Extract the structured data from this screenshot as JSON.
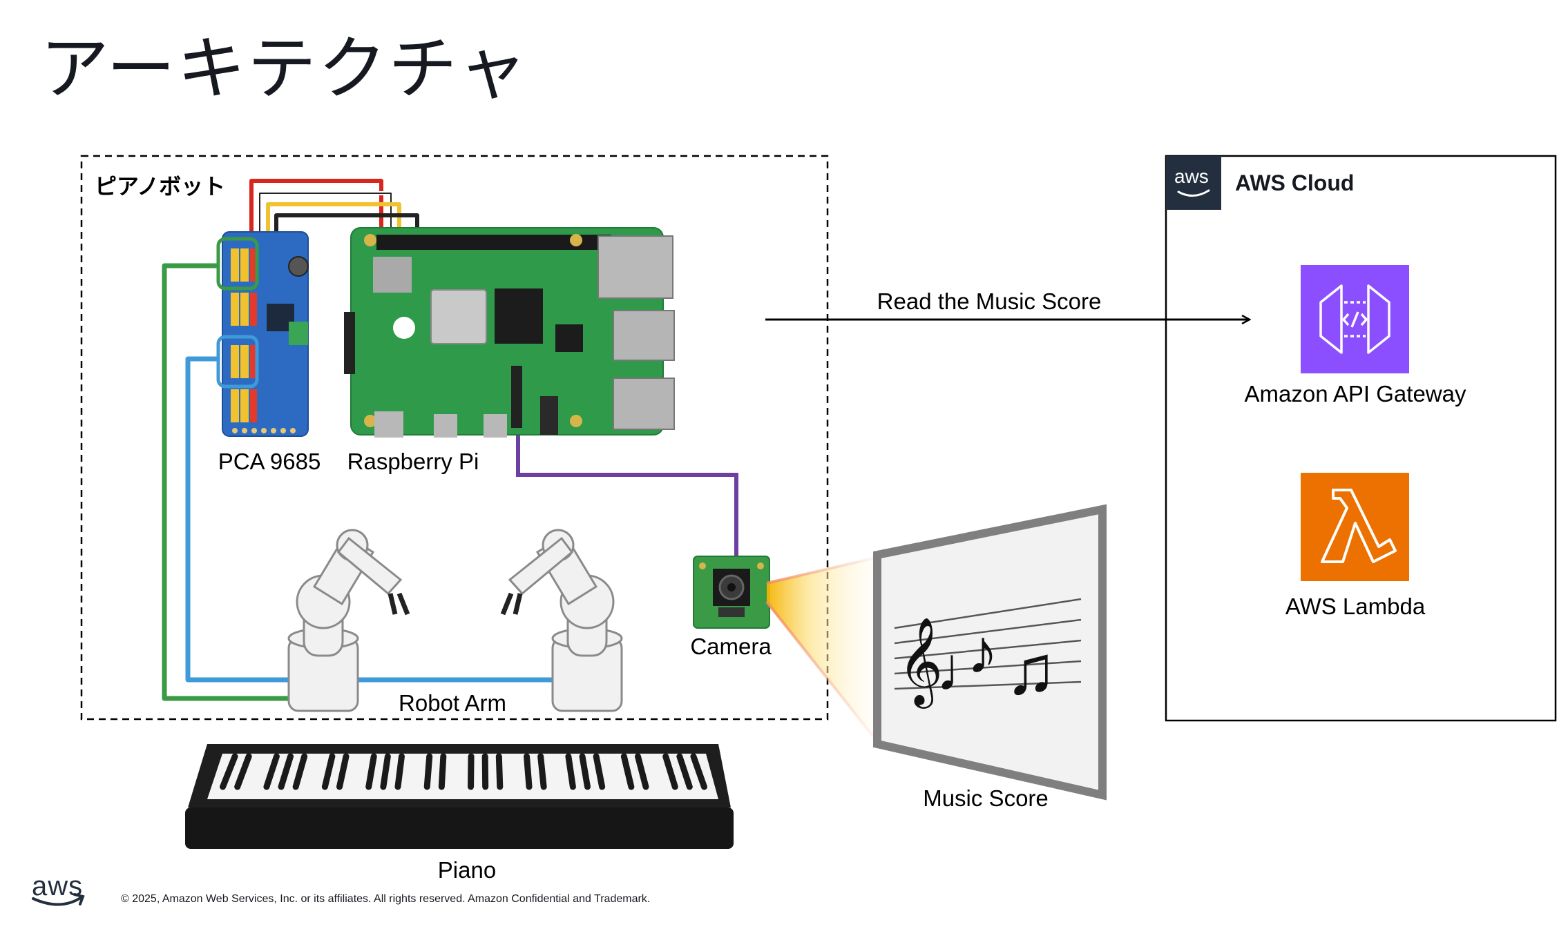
{
  "slide": {
    "title": "アーキテクチャ",
    "footer": "© 2025, Amazon Web Services, Inc. or its affiliates. All rights reserved. Amazon Confidential and Trademark.",
    "logo_text": "aws"
  },
  "robot_group": {
    "label": "ピアノボット",
    "components": {
      "servo_driver": "PCA 9685",
      "board": "Raspberry Pi",
      "camera": "Camera",
      "arm": "Robot Arm"
    }
  },
  "external": {
    "piano": "Piano",
    "score": "Music Score"
  },
  "flow": {
    "label": "Read the Music Score"
  },
  "cloud": {
    "title": "AWS Cloud",
    "badge_text": "aws",
    "services": [
      {
        "name": "Amazon API Gateway",
        "icon": "api-gateway-icon",
        "color": "#8c4fff"
      },
      {
        "name": "AWS Lambda",
        "icon": "lambda-icon",
        "color": "#ed7100"
      }
    ]
  },
  "colors": {
    "wire_green": "#3a9a45",
    "wire_blue": "#3f9ad9",
    "wire_purple": "#6c3fa0",
    "pcb_green": "#2f9a4a",
    "pca_blue": "#2d6bc2"
  }
}
